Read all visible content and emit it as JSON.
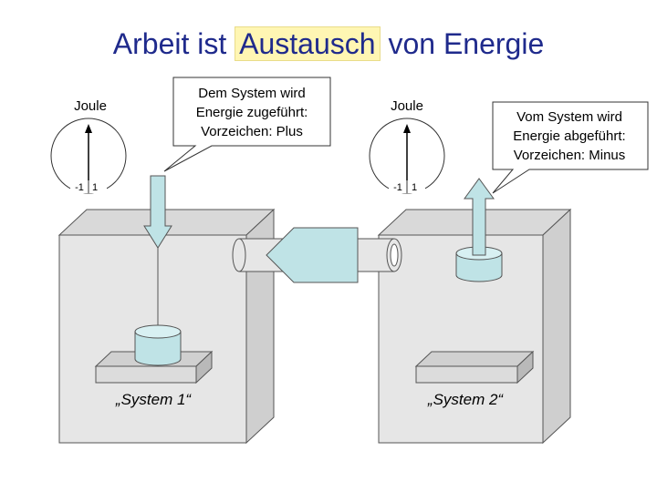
{
  "title": {
    "before": "Arbeit ist ",
    "highlight": "Austausch",
    "after": " von Energie"
  },
  "meter_left": {
    "unit": "Joule",
    "tick_neg": "-1",
    "tick_pos": "1"
  },
  "meter_right": {
    "unit": "Joule",
    "tick_neg": "-1",
    "tick_pos": "1"
  },
  "callout_left": {
    "line1": "Dem System wird",
    "line2": "Energie zugeführt:",
    "line3": "Vorzeichen: Plus"
  },
  "callout_right": {
    "line1": "Vom System wird",
    "line2": "Energie abgeführt:",
    "line3": "Vorzeichen: Minus"
  },
  "system_left": {
    "label": "„System 1“"
  },
  "system_right": {
    "label": "„System 2“"
  },
  "colors": {
    "title": "#1f2a8c",
    "highlight": "#fff6b3",
    "box_front": "#e6e6e6",
    "box_side": "#cfcfcf",
    "box_top": "#d9d9d9",
    "arrow_fill": "#bfe3e6",
    "cylinder_fill": "#bfe3e6"
  }
}
